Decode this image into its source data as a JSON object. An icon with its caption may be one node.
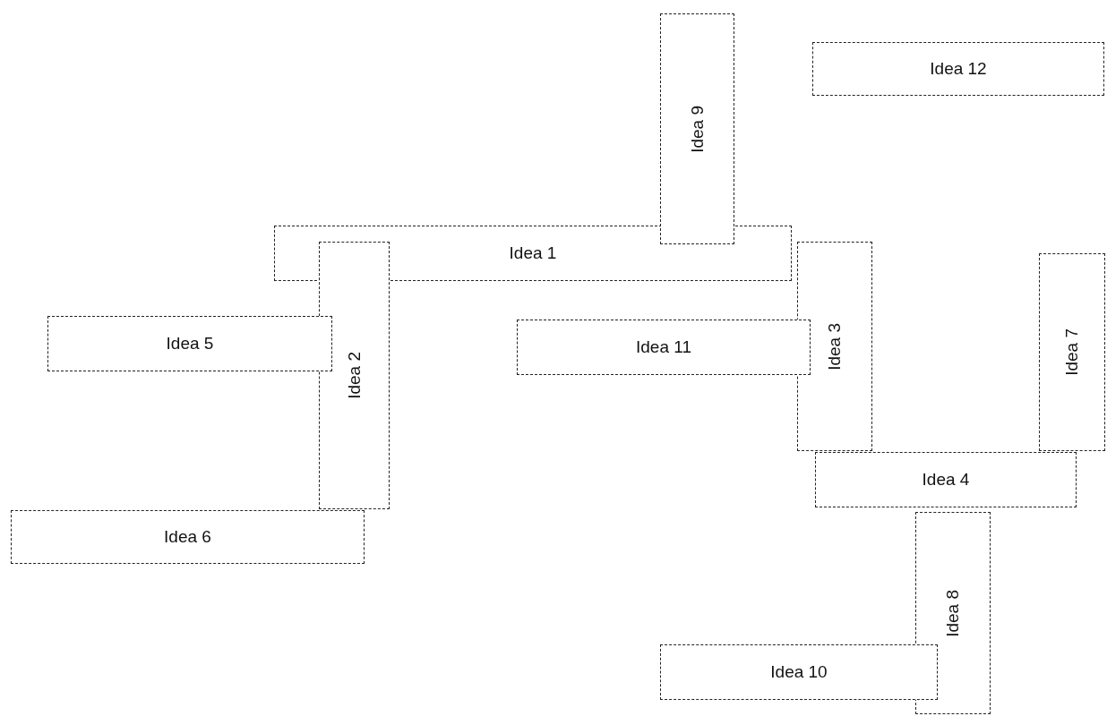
{
  "diagram": {
    "nodes": [
      {
        "text": [
          "Idea 9"
        ]
      },
      {
        "text": [
          "Idea 12"
        ]
      },
      {
        "text": [
          "Idea 1"
        ]
      },
      {
        "text": [
          "Idea 2"
        ]
      },
      {
        "text": [
          "Idea 3"
        ]
      },
      {
        "text": [
          "Idea 7"
        ]
      },
      {
        "text": [
          "Idea 5"
        ]
      },
      {
        "text": [
          "Idea 11"
        ]
      },
      {
        "text": [
          "Idea 4"
        ]
      },
      {
        "text": [
          "Idea 6"
        ]
      },
      {
        "text": [
          "Idea 8"
        ]
      },
      {
        "text": [
          "Idea 10"
        ]
      }
    ],
    "edges": []
  }
}
